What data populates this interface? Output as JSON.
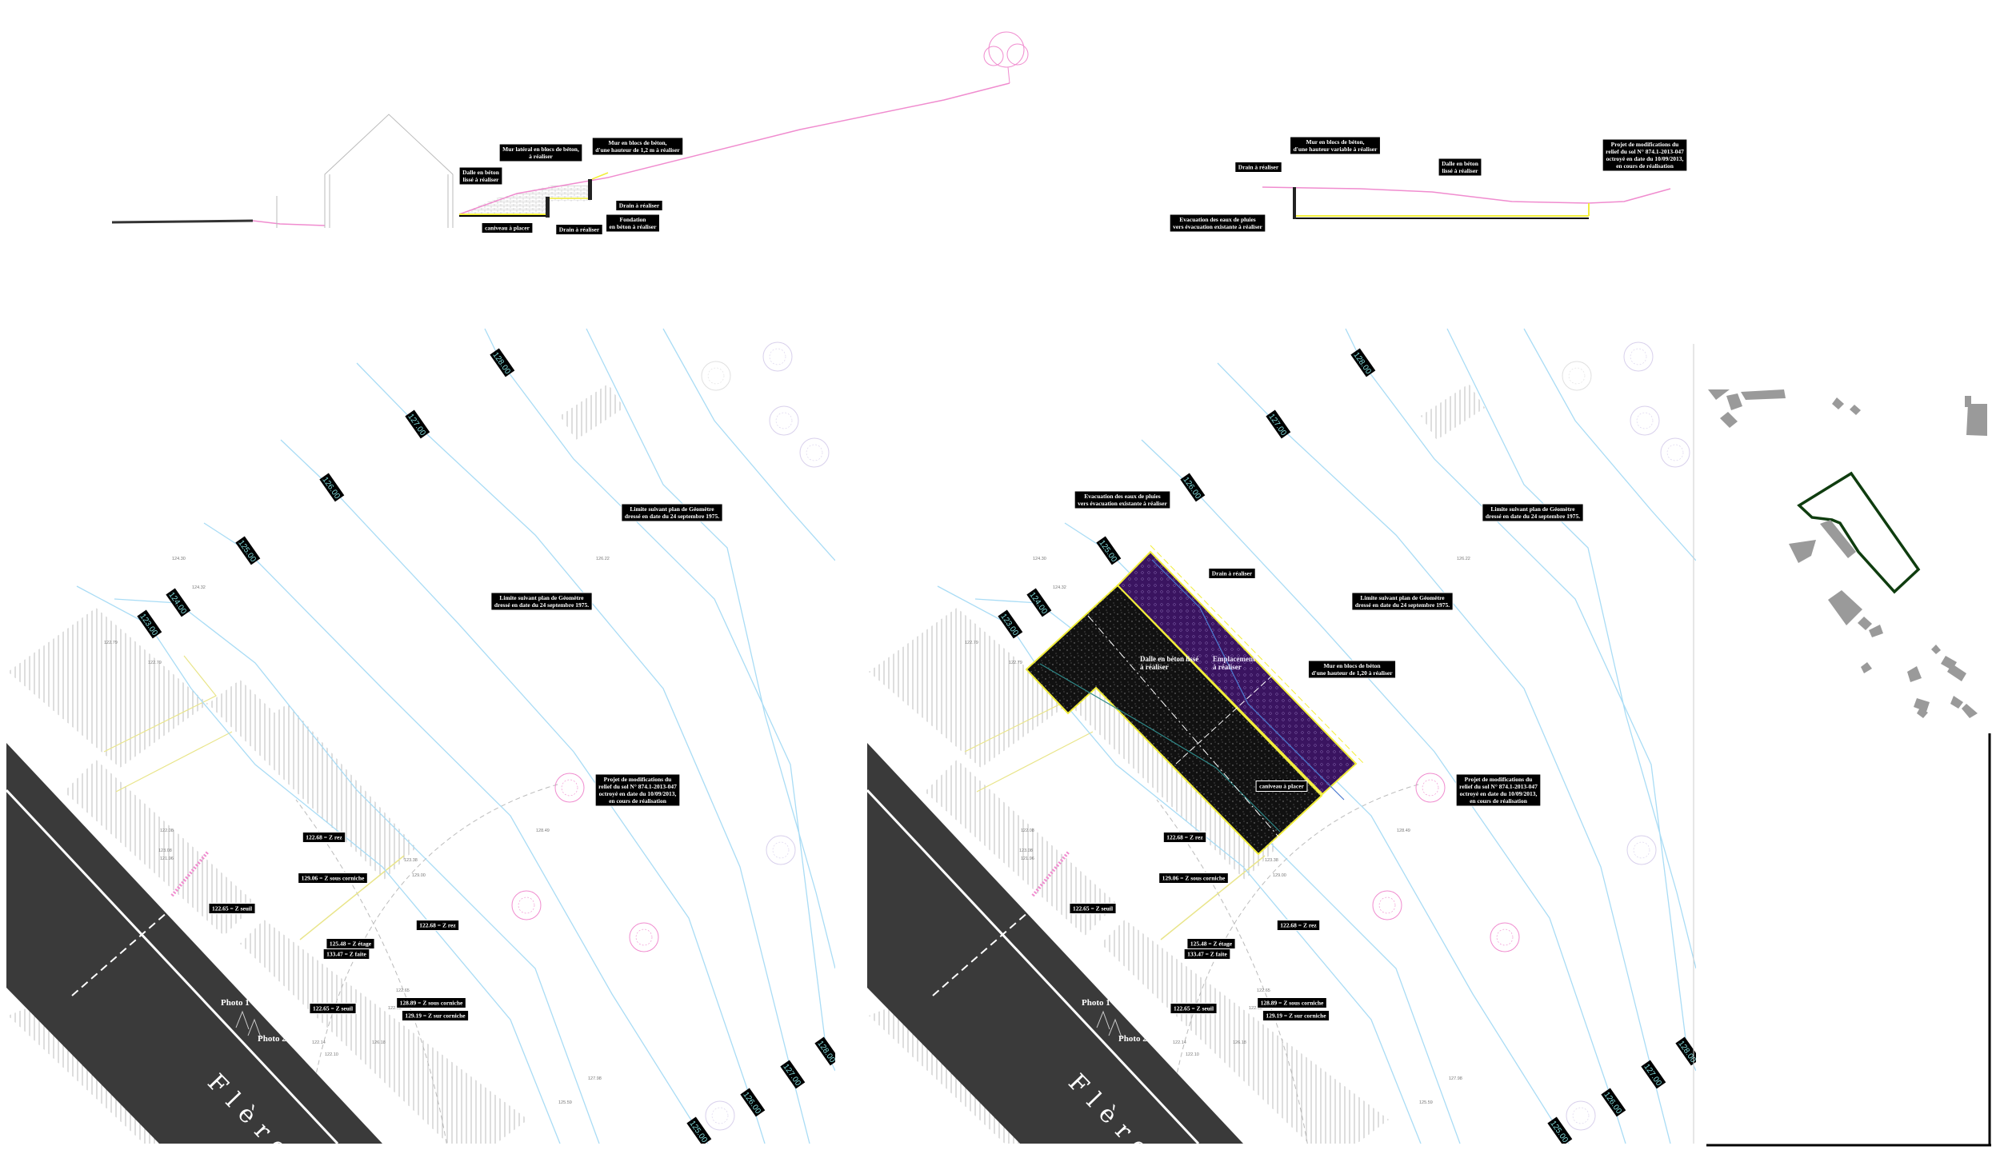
{
  "section_1": {
    "labels": [
      [
        "Mur latéral en blocs de béton,",
        "à réaliser"
      ],
      [
        "Mur en blocs de béton,",
        "d'une hauteur de 1,2 m à réaliser"
      ],
      [
        "Dalle en béton",
        "lissé à réaliser"
      ],
      [
        "Drain à réaliser"
      ],
      [
        "caniveau à placer"
      ],
      [
        "Drain à réaliser"
      ],
      [
        "Fondation",
        "en béton à réaliser"
      ]
    ]
  },
  "section_2": {
    "labels": [
      [
        "Drain à réaliser"
      ],
      [
        "Mur en blocs de béton,",
        "d'une hauteur variable à réaliser"
      ],
      [
        "Dalle en béton",
        "lissé à réaliser"
      ],
      [
        "Projet de modifications du",
        "relief du sol N° 874.1-2013-047",
        "octroyé en date du 10/09/2013,",
        "en cours de réalisation"
      ],
      [
        "Evacuation des eaux de pluies",
        "vers évacuation existante à réaliser"
      ]
    ]
  },
  "plan_common": {
    "contour_labels": [
      "123.00",
      "124.00",
      "125.00",
      "126.00",
      "127.00",
      "128.00",
      "125.00",
      "126.00",
      "127.00",
      "128.00"
    ],
    "limite_label": [
      "Limite suivant plan de Géomètre",
      "dressé en date du 24 septembre 1975."
    ],
    "projet_label": [
      "Projet de modifications du",
      "relief du sol N° 874.1-2013-047",
      "octroyé en date du 10/09/2013,",
      "en cours de réalisation"
    ],
    "z_labels": [
      "122.68 = Z rez",
      "129.06 = Z sous corniche",
      "122.65 = Z seuil",
      "122.68 = Z rez",
      "125.48 = Z étage",
      "133.47 = Z faîte",
      "122.65 = Z seuil",
      "128.89 = Z sous corniche",
      "129.19 = Z sur corniche"
    ],
    "photo_1": "Photo 1",
    "photo_2": "Photo 2",
    "road_name": "Flère",
    "spot_heights": [
      "124.30",
      "124.32",
      "122.79",
      "122.79",
      "126.22",
      "127.98",
      "125.59",
      "123.38",
      "129.00",
      "123.08",
      "128.49",
      "122.65",
      "122.65",
      "122.14",
      "122.10",
      "126.18",
      "122.08",
      "121.96"
    ]
  },
  "plan_project": {
    "labels": {
      "evacuation": [
        "Evacuation des eaux de pluies",
        "vers évacuation existante à réaliser"
      ],
      "drain": [
        "Drain à réaliser"
      ],
      "mur": [
        "Mur en blocs de béton",
        "d'une hauteur de 1,20 à réaliser"
      ],
      "caniveau": [
        "caniveau à placer"
      ],
      "dalle": [
        "Dalle en béton lissé",
        "à réaliser"
      ],
      "emplacement": [
        "Emplacement",
        "à réaliser"
      ]
    }
  },
  "colors": {
    "terrain_line": "#f08ccf",
    "contour": "#a9dcf5",
    "road": "#3a3a3a",
    "slab": "#111111",
    "emplacement": "#3a1460",
    "outline": "#f2ee3a",
    "parcel": "#0f3d0f",
    "buildings": "#9a9a9a"
  }
}
